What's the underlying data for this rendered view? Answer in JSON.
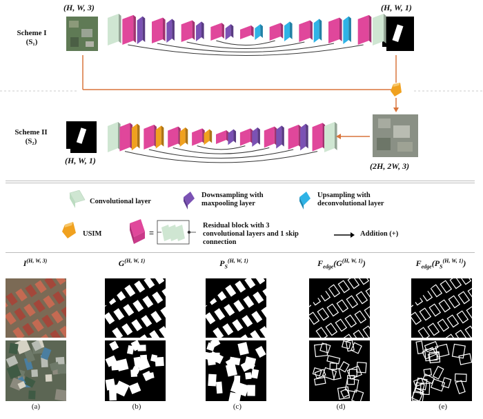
{
  "scheme1": {
    "name": "Scheme I",
    "sub": "(S₁)",
    "in_dim": "(H, W, 3)",
    "out_dim": "(H, W, 1)"
  },
  "scheme2": {
    "name": "Scheme II",
    "sub": "(S₂)",
    "in_dim": "(2H, 2W, 3)",
    "out_dim": "(H, W, 1)"
  },
  "legend": {
    "conv": "Convolutional layer",
    "down": "Downsampling with maxpooling layer",
    "up": "Upsampling with deconvolutional layer",
    "usim": "USIM",
    "res": "Residual block with 3 convolutional layers and 1 skip connection",
    "add": "Addition (+)"
  },
  "columns": [
    {
      "head": "I^(H, W, 3)",
      "cap": "(a)"
    },
    {
      "head": "G^(H, W, 1)",
      "cap": "(b)"
    },
    {
      "head": "P_S^(H, W, 1)",
      "cap": "(c)"
    },
    {
      "head": "F_edge(G^(H, W, 1))",
      "cap": "(d)"
    },
    {
      "head": "F_edge(P_S^(H, W, 1))",
      "cap": "(e)"
    }
  ],
  "colors": {
    "conv": "#cfe6d2",
    "down": "#7b52b4",
    "up": "#2fb3e6",
    "usim": "#f0a11f",
    "res": "#e0479b",
    "arrow": "#d9743a"
  }
}
